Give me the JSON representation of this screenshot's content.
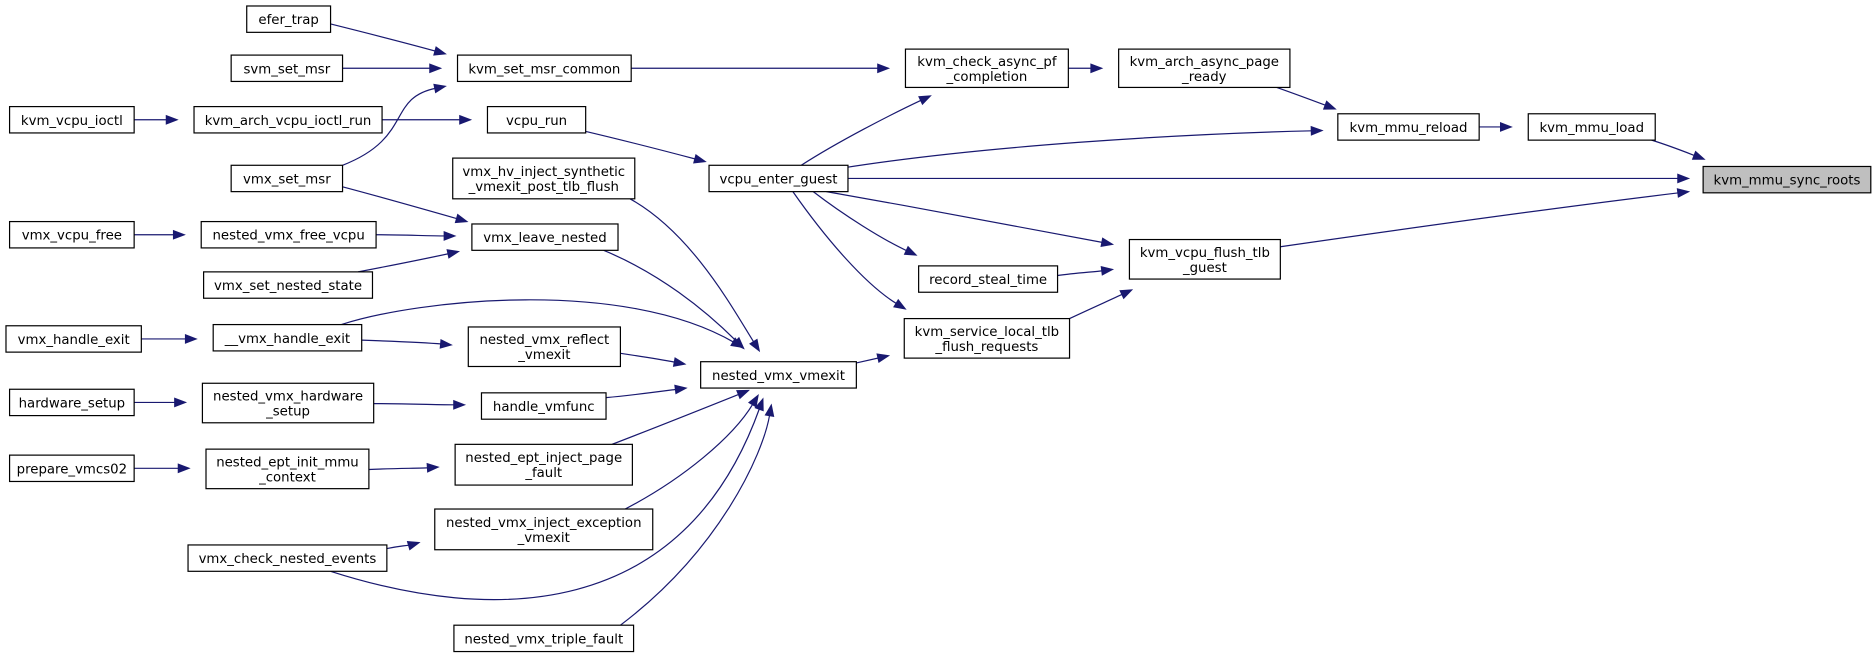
{
  "nodes": {
    "kvm_mmu_sync_roots": [
      "kvm_mmu_sync_roots"
    ],
    "kvm_mmu_load": [
      "kvm_mmu_load"
    ],
    "kvm_mmu_reload": [
      "kvm_mmu_reload"
    ],
    "kvm_arch_async_page_ready": [
      "kvm_arch_async_page",
      "_ready"
    ],
    "kvm_check_async_pf_completion": [
      "kvm_check_async_pf",
      "_completion"
    ],
    "kvm_set_msr_common": [
      "kvm_set_msr_common"
    ],
    "efer_trap": [
      "efer_trap"
    ],
    "svm_set_msr": [
      "svm_set_msr"
    ],
    "vmx_set_msr": [
      "vmx_set_msr"
    ],
    "vcpu_enter_guest": [
      "vcpu_enter_guest"
    ],
    "vcpu_run": [
      "vcpu_run"
    ],
    "kvm_arch_vcpu_ioctl_run": [
      "kvm_arch_vcpu_ioctl_run"
    ],
    "kvm_vcpu_ioctl": [
      "kvm_vcpu_ioctl"
    ],
    "kvm_vcpu_flush_tlb_guest": [
      "kvm_vcpu_flush_tlb",
      "_guest"
    ],
    "record_steal_time": [
      "record_steal_time"
    ],
    "kvm_service_local_tlb_flush_requests": [
      "kvm_service_local_tlb",
      "_flush_requests"
    ],
    "nested_vmx_vmexit": [
      "nested_vmx_vmexit"
    ],
    "vmx_hv_inject_synthetic_vmexit_post_tlb_flush": [
      "vmx_hv_inject_synthetic",
      "_vmexit_post_tlb_flush"
    ],
    "vmx_leave_nested": [
      "vmx_leave_nested"
    ],
    "nested_vmx_free_vcpu": [
      "nested_vmx_free_vcpu"
    ],
    "vmx_vcpu_free": [
      "vmx_vcpu_free"
    ],
    "vmx_set_nested_state": [
      "vmx_set_nested_state"
    ],
    "__vmx_handle_exit": [
      "__vmx_handle_exit"
    ],
    "vmx_handle_exit": [
      "vmx_handle_exit"
    ],
    "nested_vmx_reflect_vmexit": [
      "nested_vmx_reflect",
      "_vmexit"
    ],
    "handle_vmfunc": [
      "handle_vmfunc"
    ],
    "nested_vmx_hardware_setup": [
      "nested_vmx_hardware",
      "_setup"
    ],
    "hardware_setup": [
      "hardware_setup"
    ],
    "nested_ept_inject_page_fault": [
      "nested_ept_inject_page",
      "_fault"
    ],
    "nested_ept_init_mmu_context": [
      "nested_ept_init_mmu",
      "_context"
    ],
    "prepare_vmcs02": [
      "prepare_vmcs02"
    ],
    "nested_vmx_inject_exception_vmexit": [
      "nested_vmx_inject_exception",
      "_vmexit"
    ],
    "vmx_check_nested_events": [
      "vmx_check_nested_events"
    ],
    "nested_vmx_triple_fault": [
      "nested_vmx_triple_fault"
    ]
  },
  "edges": [
    [
      "kvm_mmu_load",
      "kvm_mmu_sync_roots"
    ],
    [
      "vcpu_enter_guest",
      "kvm_mmu_sync_roots"
    ],
    [
      "kvm_vcpu_flush_tlb_guest",
      "kvm_mmu_sync_roots"
    ],
    [
      "kvm_mmu_reload",
      "kvm_mmu_load"
    ],
    [
      "kvm_arch_async_page_ready",
      "kvm_mmu_reload"
    ],
    [
      "vcpu_enter_guest",
      "kvm_mmu_reload"
    ],
    [
      "kvm_check_async_pf_completion",
      "kvm_arch_async_page_ready"
    ],
    [
      "kvm_set_msr_common",
      "kvm_check_async_pf_completion"
    ],
    [
      "vcpu_enter_guest",
      "kvm_check_async_pf_completion"
    ],
    [
      "efer_trap",
      "kvm_set_msr_common"
    ],
    [
      "svm_set_msr",
      "kvm_set_msr_common"
    ],
    [
      "vmx_set_msr",
      "kvm_set_msr_common"
    ],
    [
      "vcpu_run",
      "vcpu_enter_guest"
    ],
    [
      "kvm_arch_vcpu_ioctl_run",
      "vcpu_run"
    ],
    [
      "kvm_vcpu_ioctl",
      "kvm_arch_vcpu_ioctl_run"
    ],
    [
      "vcpu_enter_guest",
      "kvm_vcpu_flush_tlb_guest"
    ],
    [
      "record_steal_time",
      "kvm_vcpu_flush_tlb_guest"
    ],
    [
      "kvm_service_local_tlb_flush_requests",
      "kvm_vcpu_flush_tlb_guest"
    ],
    [
      "vcpu_enter_guest",
      "record_steal_time"
    ],
    [
      "vcpu_enter_guest",
      "kvm_service_local_tlb_flush_requests"
    ],
    [
      "nested_vmx_vmexit",
      "kvm_service_local_tlb_flush_requests"
    ],
    [
      "vmx_hv_inject_synthetic_vmexit_post_tlb_flush",
      "nested_vmx_vmexit"
    ],
    [
      "vmx_leave_nested",
      "nested_vmx_vmexit"
    ],
    [
      "__vmx_handle_exit",
      "nested_vmx_vmexit"
    ],
    [
      "nested_vmx_reflect_vmexit",
      "nested_vmx_vmexit"
    ],
    [
      "handle_vmfunc",
      "nested_vmx_vmexit"
    ],
    [
      "nested_ept_inject_page_fault",
      "nested_vmx_vmexit"
    ],
    [
      "nested_vmx_inject_exception_vmexit",
      "nested_vmx_vmexit"
    ],
    [
      "vmx_check_nested_events",
      "nested_vmx_vmexit"
    ],
    [
      "nested_vmx_triple_fault",
      "nested_vmx_vmexit"
    ],
    [
      "vmx_set_msr",
      "vmx_leave_nested"
    ],
    [
      "nested_vmx_free_vcpu",
      "vmx_leave_nested"
    ],
    [
      "vmx_set_nested_state",
      "vmx_leave_nested"
    ],
    [
      "vmx_vcpu_free",
      "nested_vmx_free_vcpu"
    ],
    [
      "vmx_handle_exit",
      "__vmx_handle_exit"
    ],
    [
      "__vmx_handle_exit",
      "nested_vmx_reflect_vmexit"
    ],
    [
      "nested_vmx_hardware_setup",
      "handle_vmfunc"
    ],
    [
      "hardware_setup",
      "nested_vmx_hardware_setup"
    ],
    [
      "nested_ept_init_mmu_context",
      "nested_ept_inject_page_fault"
    ],
    [
      "prepare_vmcs02",
      "nested_ept_init_mmu_context"
    ],
    [
      "vmx_check_nested_events",
      "nested_vmx_inject_exception_vmexit"
    ]
  ],
  "colors": {
    "edge": "#191970",
    "root_fill": "#bfbfbf",
    "node_fill": "#ffffff",
    "border": "#000000"
  }
}
